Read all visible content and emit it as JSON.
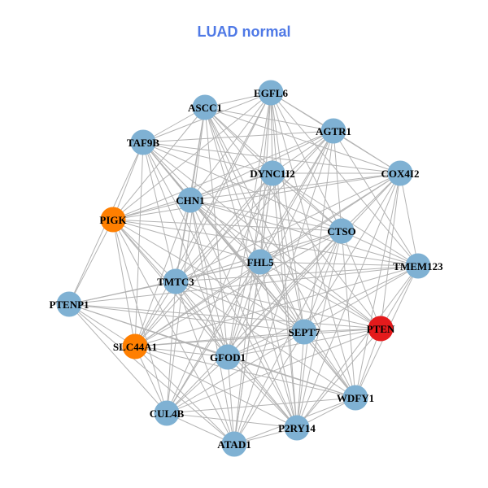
{
  "title": "LUAD normal",
  "colors": {
    "edge": "#b3b3b3",
    "default_node": "#7fb1d3"
  },
  "nodes": [
    {
      "name": "EGFL6",
      "color": "#7fb1d3"
    },
    {
      "name": "ASCC1",
      "color": "#7fb1d3"
    },
    {
      "name": "AGTR1",
      "color": "#7fb1d3"
    },
    {
      "name": "TAF9B",
      "color": "#7fb1d3"
    },
    {
      "name": "DYNC1I2",
      "color": "#7fb1d3"
    },
    {
      "name": "COX4I2",
      "color": "#7fb1d3"
    },
    {
      "name": "CHN1",
      "color": "#7fb1d3"
    },
    {
      "name": "PIGK",
      "color": "#ff7f00"
    },
    {
      "name": "CTSO",
      "color": "#7fb1d3"
    },
    {
      "name": "FHL5",
      "color": "#7fb1d3"
    },
    {
      "name": "TMEM123",
      "color": "#7fb1d3"
    },
    {
      "name": "TMTC3",
      "color": "#7fb1d3"
    },
    {
      "name": "PTENP1",
      "color": "#7fb1d3"
    },
    {
      "name": "PTEN",
      "color": "#e41a1c"
    },
    {
      "name": "SEPT7",
      "color": "#7fb1d3"
    },
    {
      "name": "SLC44A1",
      "color": "#ff7f00"
    },
    {
      "name": "GFOD1",
      "color": "#7fb1d3"
    },
    {
      "name": "WDFY1",
      "color": "#7fb1d3"
    },
    {
      "name": "CUL4B",
      "color": "#7fb1d3"
    },
    {
      "name": "P2RY14",
      "color": "#7fb1d3"
    },
    {
      "name": "ATAD1",
      "color": "#7fb1d3"
    }
  ],
  "adjacency": {
    "EGFL6": [
      "ASCC1",
      "AGTR1",
      "TAF9B",
      "DYNC1I2",
      "COX4I2",
      "CHN1",
      "PIGK",
      "CTSO",
      "FHL5",
      "TMEM123",
      "TMTC3",
      "SEPT7",
      "GFOD1",
      "WDFY1",
      "P2RY14",
      "ATAD1",
      "SLC44A1"
    ],
    "ASCC1": [
      "AGTR1",
      "TAF9B",
      "DYNC1I2",
      "COX4I2",
      "CHN1",
      "PIGK",
      "CTSO",
      "FHL5",
      "TMTC3",
      "SEPT7",
      "PTEN",
      "GFOD1",
      "P2RY14",
      "WDFY1",
      "CUL4B"
    ],
    "AGTR1": [
      "TAF9B",
      "DYNC1I2",
      "COX4I2",
      "CHN1",
      "PIGK",
      "CTSO",
      "FHL5",
      "TMEM123",
      "TMTC3",
      "SLC44A1",
      "GFOD1",
      "P2RY14",
      "ATAD1",
      "CUL4B"
    ],
    "TAF9B": [
      "DYNC1I2",
      "COX4I2",
      "CHN1",
      "PIGK",
      "CTSO",
      "FHL5",
      "TMTC3",
      "PTENP1",
      "SEPT7",
      "PTEN",
      "SLC44A1",
      "GFOD1",
      "WDFY1",
      "P2RY14"
    ],
    "DYNC1I2": [
      "COX4I2",
      "CHN1",
      "PIGK",
      "CTSO",
      "FHL5",
      "TMEM123",
      "TMTC3",
      "SEPT7",
      "SLC44A1",
      "GFOD1",
      "CUL4B",
      "P2RY14",
      "ATAD1"
    ],
    "COX4I2": [
      "CHN1",
      "PIGK",
      "CTSO",
      "FHL5",
      "TMEM123",
      "PTEN",
      "SEPT7",
      "SLC44A1",
      "GFOD1",
      "WDFY1",
      "P2RY14",
      "TMTC3"
    ],
    "CHN1": [
      "PIGK",
      "CTSO",
      "FHL5",
      "TMEM123",
      "TMTC3",
      "PTEN",
      "SEPT7",
      "SLC44A1",
      "GFOD1",
      "WDFY1",
      "P2RY14",
      "ATAD1"
    ],
    "PIGK": [
      "CTSO",
      "FHL5",
      "TMTC3",
      "PTENP1",
      "SEPT7",
      "SLC44A1",
      "GFOD1",
      "CUL4B",
      "P2RY14",
      "ATAD1",
      "TMEM123"
    ],
    "CTSO": [
      "FHL5",
      "TMEM123",
      "TMTC3",
      "PTEN",
      "SEPT7",
      "SLC44A1",
      "GFOD1",
      "WDFY1",
      "CUL4B",
      "P2RY14",
      "ATAD1"
    ],
    "FHL5": [
      "TMEM123",
      "TMTC3",
      "PTENP1",
      "PTEN",
      "SEPT7",
      "SLC44A1",
      "GFOD1",
      "WDFY1",
      "CUL4B",
      "P2RY14",
      "ATAD1"
    ],
    "TMEM123": [
      "TMTC3",
      "PTENP1",
      "PTEN",
      "SEPT7",
      "GFOD1",
      "WDFY1",
      "P2RY14",
      "SLC44A1"
    ],
    "TMTC3": [
      "PTENP1",
      "PTEN",
      "SEPT7",
      "SLC44A1",
      "GFOD1",
      "WDFY1",
      "CUL4B",
      "P2RY14",
      "ATAD1"
    ],
    "PTENP1": [
      "PTEN",
      "SEPT7",
      "SLC44A1",
      "GFOD1",
      "WDFY1",
      "CUL4B",
      "ATAD1"
    ],
    "PTEN": [
      "SEPT7",
      "SLC44A1",
      "GFOD1",
      "WDFY1",
      "CUL4B",
      "P2RY14"
    ],
    "SEPT7": [
      "SLC44A1",
      "GFOD1",
      "WDFY1",
      "CUL4B",
      "P2RY14",
      "ATAD1"
    ],
    "SLC44A1": [
      "GFOD1",
      "WDFY1",
      "CUL4B",
      "P2RY14",
      "ATAD1"
    ],
    "GFOD1": [
      "WDFY1",
      "CUL4B",
      "P2RY14",
      "ATAD1"
    ],
    "WDFY1": [
      "CUL4B",
      "P2RY14",
      "ATAD1"
    ],
    "CUL4B": [
      "P2RY14",
      "ATAD1"
    ],
    "P2RY14": [
      "ATAD1"
    ]
  }
}
